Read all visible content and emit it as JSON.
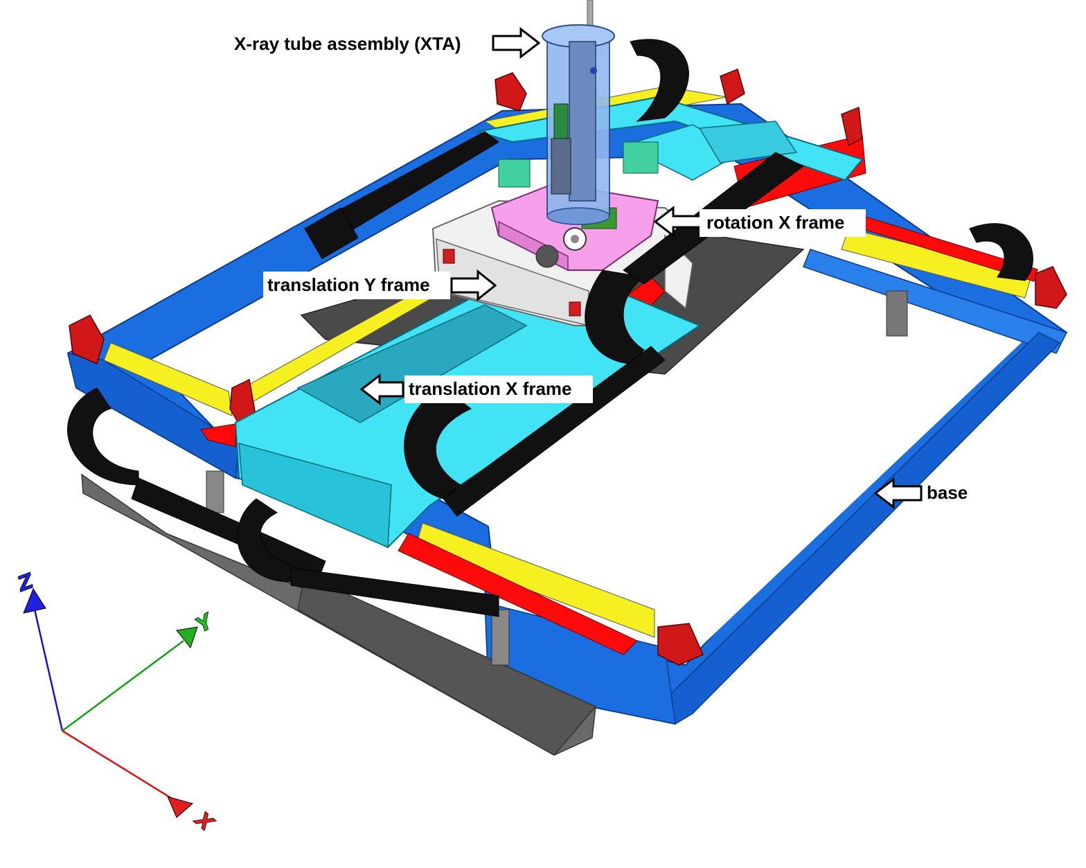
{
  "labels": {
    "xta": "X-ray tube assembly (XTA)",
    "rotation_x": "rotation X frame",
    "translation_y": "translation Y frame",
    "translation_x": "translation X frame",
    "base": "base"
  },
  "axes": {
    "z": "Z",
    "y": "Y",
    "x": "X"
  },
  "colors": {
    "base_blue": "#1a6ee0",
    "frame_cyan": "#42e3f5",
    "rail_yellow": "#f7f020",
    "rail_red": "#ff0a0a",
    "cable_black": "#111111",
    "tube_blue": "#8fb7ee",
    "rotation_pink": "#f5a0e8",
    "y_frame_white": "#f0f0f0",
    "axis_x": "#e01010",
    "axis_y": "#10a010",
    "axis_z": "#1010d0"
  }
}
